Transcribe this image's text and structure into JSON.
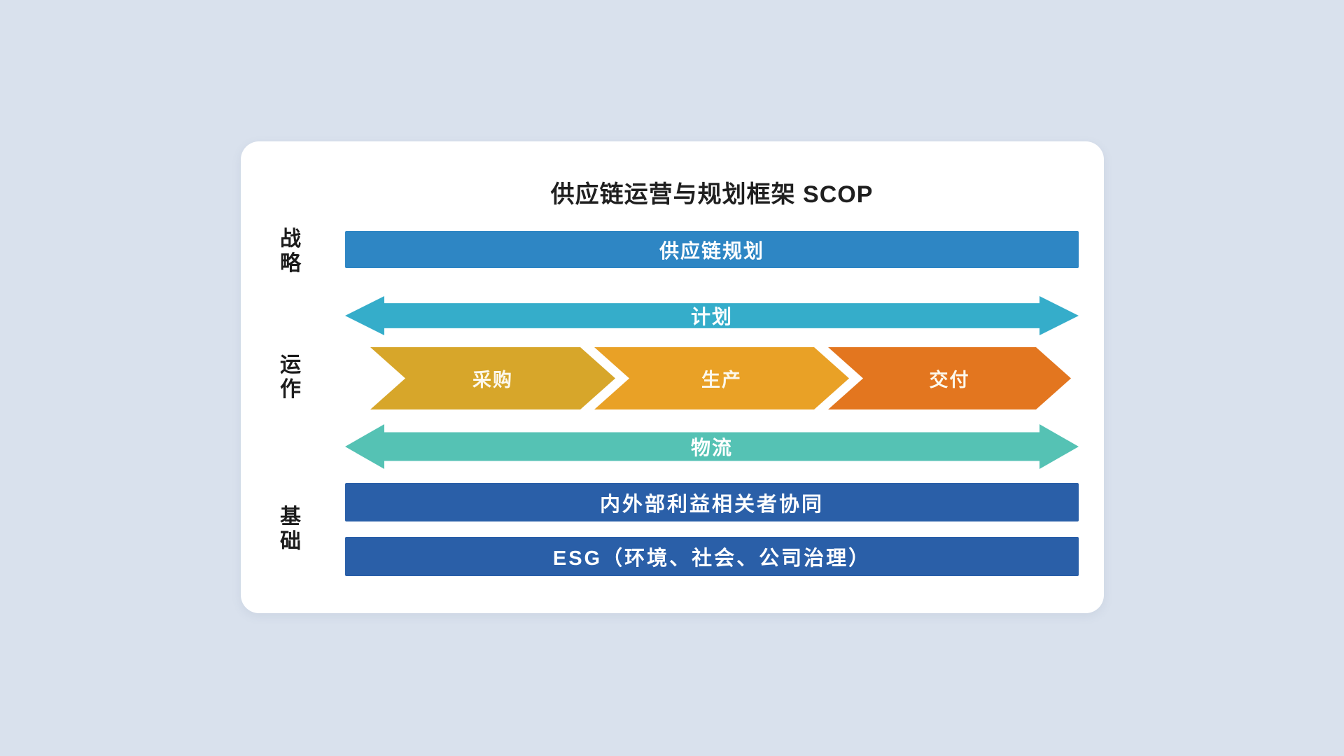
{
  "title": "供应链运营与规划框架 SCOP",
  "row_labels": {
    "strategy": "战略",
    "operations": "运作",
    "foundation": "基础"
  },
  "bands": {
    "planning_bar": {
      "label": "供应链规划",
      "color": "#2e86c4"
    },
    "plan_arrow": {
      "label": "计划",
      "color": "#35adca",
      "shape": "double-headed-arrow"
    },
    "chevrons": [
      {
        "label": "采购",
        "color": "#d7a62a"
      },
      {
        "label": "生产",
        "color": "#e9a126"
      },
      {
        "label": "交付",
        "color": "#e3761f"
      }
    ],
    "logistics_arrow": {
      "label": "物流",
      "color": "#55c2b4",
      "shape": "double-headed-arrow"
    },
    "collaboration_bar": {
      "label": "内外部利益相关者协同",
      "color": "#2a5fa8"
    },
    "esg_bar": {
      "label": "ESG（环境、社会、公司治理）",
      "color": "#2a5fa8"
    }
  },
  "colors": {
    "page_background": "#d9e1ed",
    "card_background": "#ffffff",
    "title_text": "#1f1f1f",
    "band_text": "#ffffff"
  }
}
